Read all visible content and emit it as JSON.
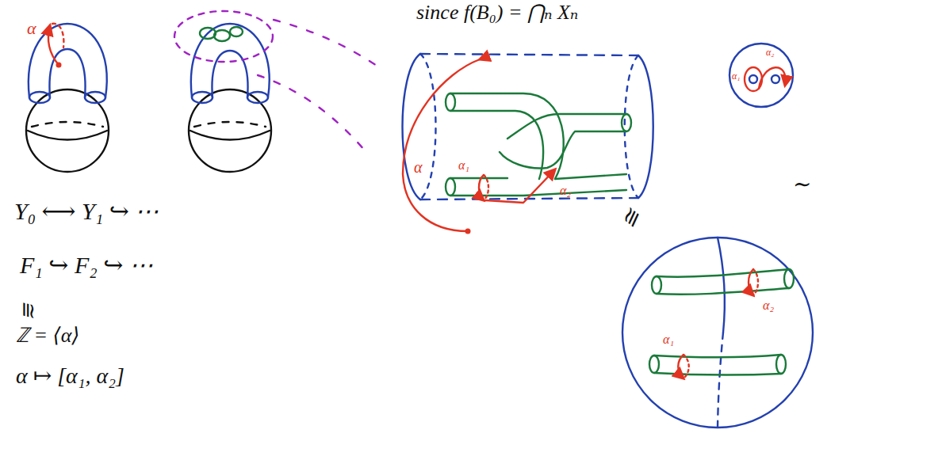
{
  "diagram": {
    "labels": [
      "since f(B₀) = ⋂ₙ Xₙ",
      "α",
      "α",
      "α₁",
      "α₂",
      "α₂",
      "α₁",
      "α₂",
      "α₁",
      "Y₀ ⟷ Y₁ ↪ ⋯",
      "F₁ ↪ F₂ ↪ ⋯",
      "≅",
      "ℤ = ⟨α⟩",
      "α ↦ [α₁, α₂]",
      "≅",
      "∼"
    ]
  }
}
